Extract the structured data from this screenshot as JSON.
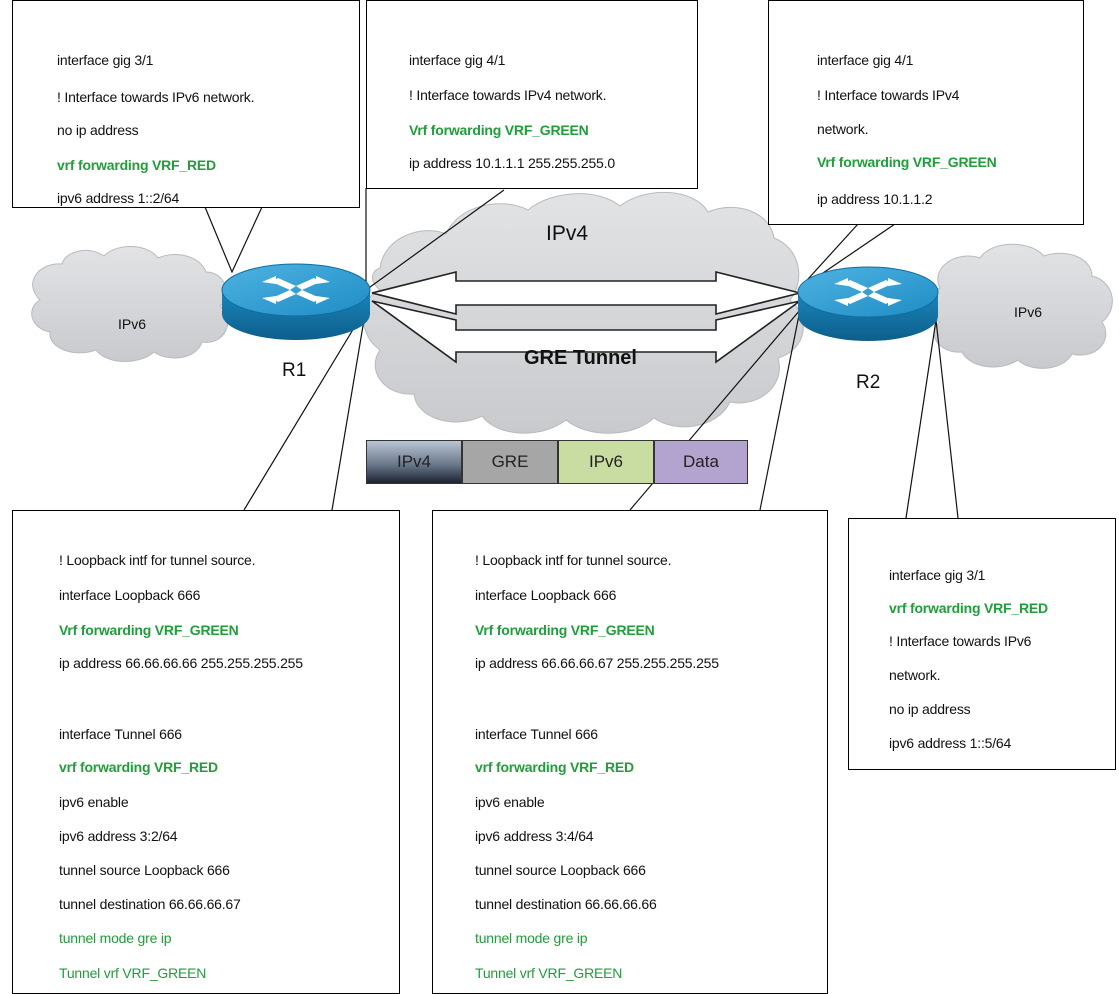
{
  "clouds": {
    "left": "IPv6",
    "right": "IPv6",
    "center": "IPv4",
    "tunnel": "GRE Tunnel"
  },
  "routers": {
    "r1": "R1",
    "r2": "R2"
  },
  "packet": [
    "IPv4",
    "GRE",
    "IPv6",
    "Data"
  ],
  "colors": {
    "config_green": "#1f9e3a",
    "router_blue": "#1d8fc7",
    "cloud": "#d4d6d8",
    "pkt_ipv4": "#6c7a8d",
    "pkt_gre": "#a6a6a6",
    "pkt_ipv6": "#c9dda2",
    "pkt_data": "#b3a3cf"
  },
  "boxes": {
    "r1_gig31": [
      "interface gig 3/1",
      "! Interface towards IPv6 network.",
      "no ip address",
      "vrf forwarding VRF_RED",
      "ipv6 address 1::2/64"
    ],
    "r1_gig41": [
      "interface gig 4/1",
      "! Interface towards IPv4 network.",
      "Vrf forwarding VRF_GREEN",
      "ip address 10.1.1.1 255.255.255.0"
    ],
    "r2_gig41": [
      "interface gig 4/1",
      "! Interface towards IPv4",
      "network.",
      "Vrf forwarding VRF_GREEN",
      "ip address 10.1.1.2"
    ],
    "r1_tunnel": [
      "! Loopback intf for tunnel source.",
      "interface Loopback 666",
      "Vrf forwarding VRF_GREEN",
      "ip address 66.66.66.66 255.255.255.255",
      "interface Tunnel 666",
      "vrf forwarding VRF_RED",
      "ipv6 enable",
      "ipv6 address 3:2/64",
      "tunnel source Loopback 666",
      "tunnel destination 66.66.66.67",
      "tunnel mode gre ip",
      "Tunnel vrf VRF_GREEN"
    ],
    "r2_tunnel": [
      "! Loopback intf for tunnel source.",
      "interface Loopback 666",
      "Vrf forwarding VRF_GREEN",
      "ip address 66.66.66.67 255.255.255.255",
      "interface Tunnel 666",
      "vrf forwarding VRF_RED",
      "ipv6 enable",
      "ipv6 address 3:4/64",
      "tunnel source Loopback 666",
      "tunnel destination 66.66.66.66",
      "tunnel mode gre ip",
      "Tunnel vrf VRF_GREEN"
    ],
    "r2_gig31": [
      "interface gig 3/1",
      "vrf forwarding VRF_RED",
      "! Interface towards IPv6",
      "network.",
      "no ip address",
      "ipv6 address 1::5/64"
    ]
  }
}
